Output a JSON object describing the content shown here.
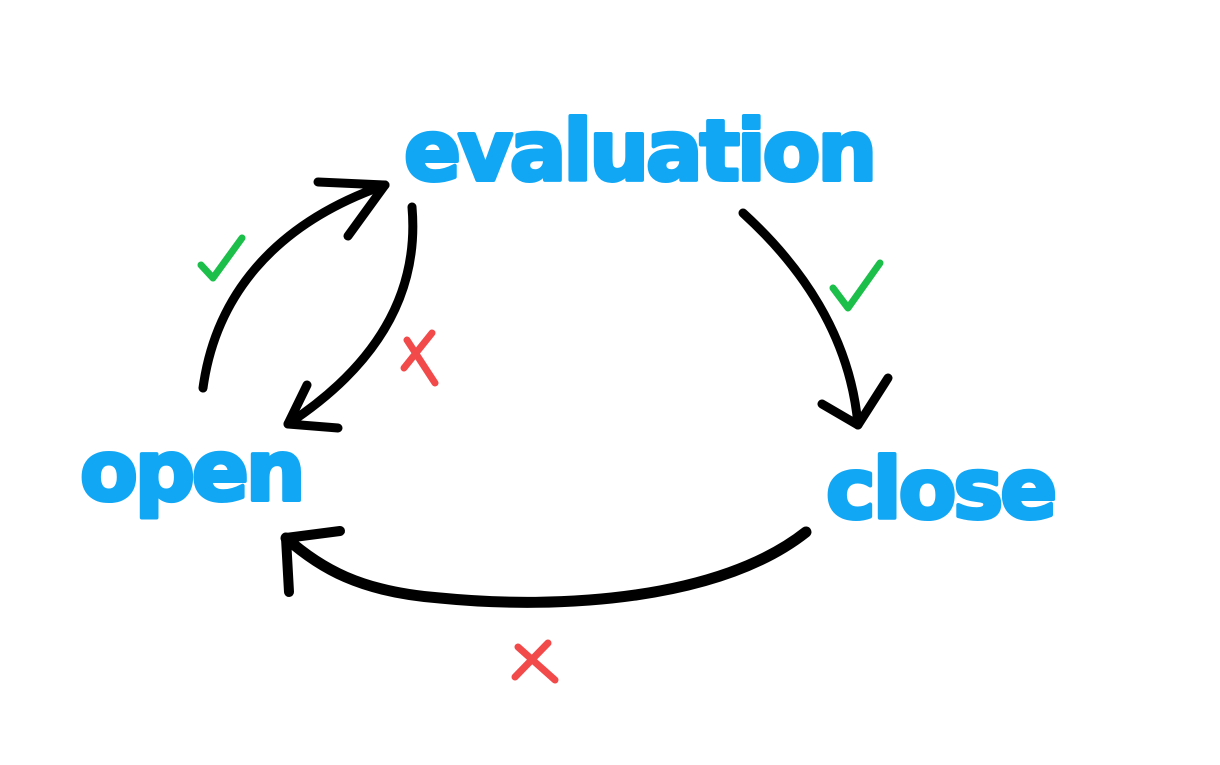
{
  "states": {
    "evaluation": "evaluation",
    "open": "open",
    "close": "close"
  },
  "transitions": [
    {
      "from": "open",
      "to": "evaluation",
      "mark": "check"
    },
    {
      "from": "evaluation",
      "to": "open",
      "mark": "cross"
    },
    {
      "from": "evaluation",
      "to": "close",
      "mark": "check"
    },
    {
      "from": "close",
      "to": "open",
      "mark": "cross"
    }
  ],
  "colors": {
    "label": "#12a7f5",
    "arrow": "#000000",
    "check": "#1bbf4a",
    "cross": "#f24a4a"
  }
}
